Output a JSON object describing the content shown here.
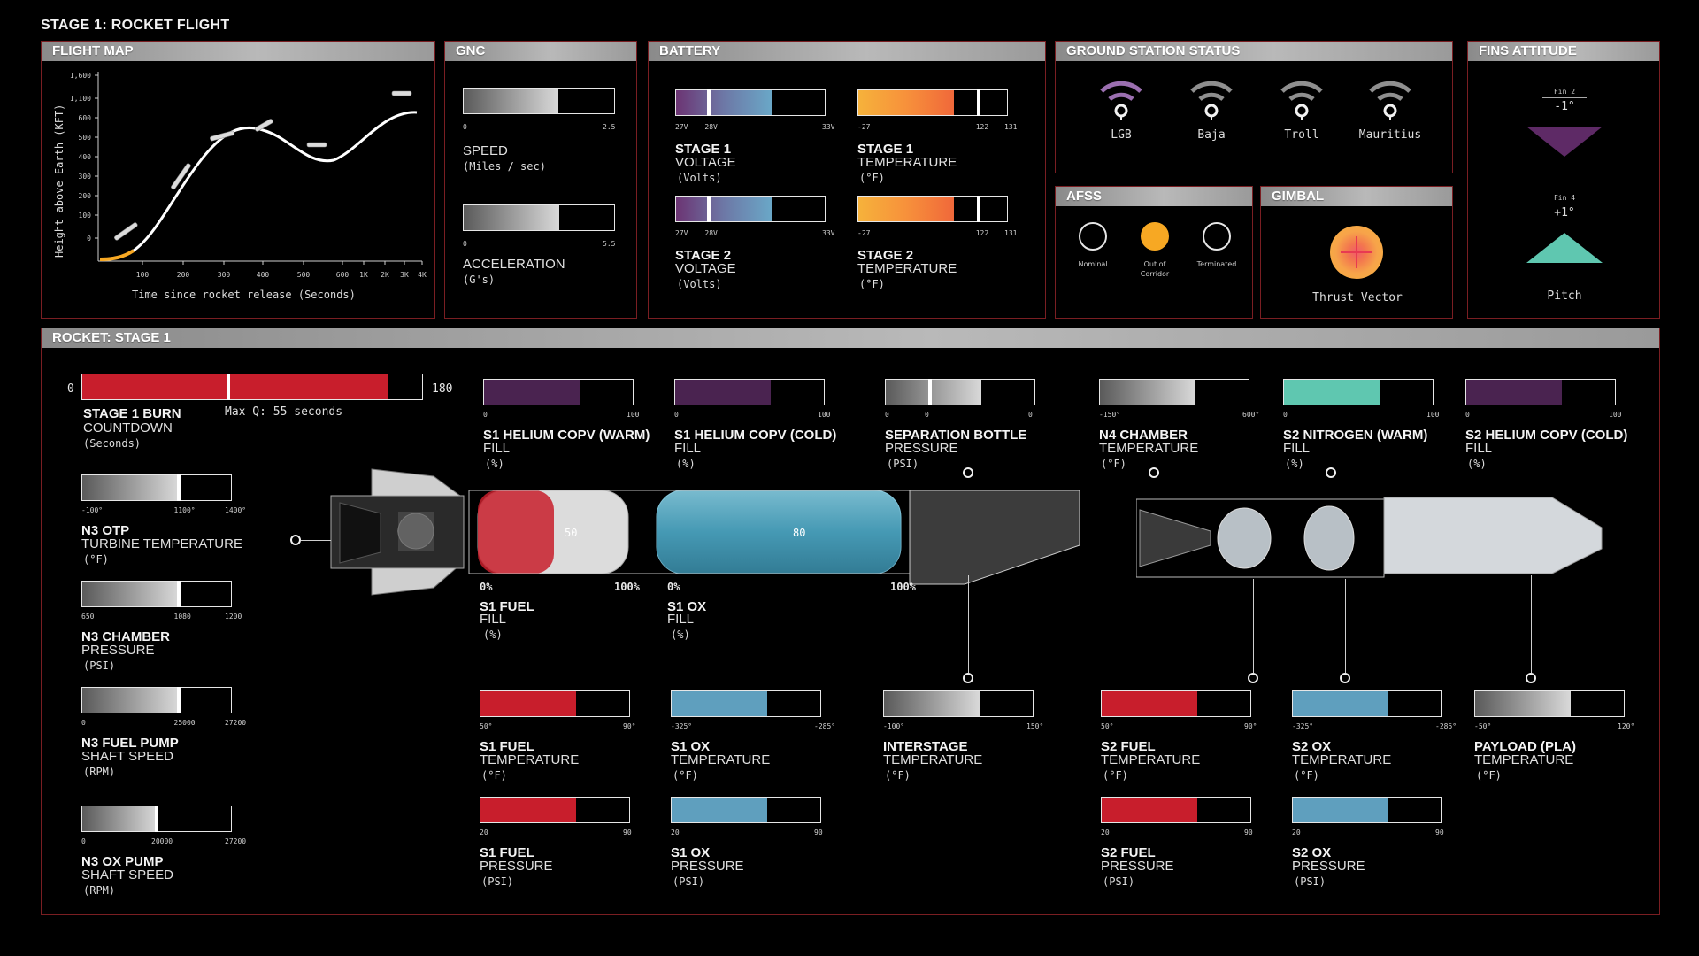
{
  "page_title": "STAGE 1: ROCKET FLIGHT",
  "colors": {
    "panel_border": "#7a1e22",
    "header_bg": "#a9a9a9",
    "fuel_red": "#c81e2c",
    "ox_blue": "#5f9fbe",
    "helium_purple": "#4a2350",
    "nitrogen_teal": "#5fc7b0",
    "afss_active": "#f7a823",
    "flight_path_active": "#f7a823"
  },
  "flight_map": {
    "header": "FLIGHT MAP",
    "ylabel": "Height above Earth (KFT)",
    "xlabel": "Time since rocket release (Seconds)",
    "y_ticks": [
      "1,600",
      "1,100",
      "600",
      "500",
      "400",
      "300",
      "200",
      "100",
      "0"
    ],
    "x_ticks": [
      "100",
      "200",
      "300",
      "400",
      "500",
      "600",
      "1K",
      "2K",
      "3K",
      "4K"
    ]
  },
  "gnc": {
    "header": "GNC",
    "speed": {
      "min": "0",
      "max": "2.5",
      "value": 1.58,
      "title": "SPEED",
      "unit": "(Miles / sec)"
    },
    "acceleration": {
      "min": "0",
      "max": "5.5",
      "value": 3.48,
      "title": "ACCELERATION",
      "unit": "(G's)"
    }
  },
  "battery": {
    "header": "BATTERY",
    "s1_voltage": {
      "min": "27V",
      "mid": "28V",
      "max": "33V",
      "fill": 0.64,
      "mark": 0.22,
      "title": "STAGE 1",
      "sub": "VOLTAGE",
      "unit": "(Volts)"
    },
    "s1_temp": {
      "min": "-27",
      "mid": "122",
      "max": "131",
      "fill": 0.64,
      "mark": 0.81,
      "title": "STAGE 1",
      "sub": "TEMPERATURE",
      "unit": "(°F)"
    },
    "s2_voltage": {
      "min": "27V",
      "mid": "28V",
      "max": "33V",
      "fill": 0.64,
      "mark": 0.22,
      "title": "STAGE 2",
      "sub": "VOLTAGE",
      "unit": "(Volts)"
    },
    "s2_temp": {
      "min": "-27",
      "mid": "122",
      "max": "131",
      "fill": 0.64,
      "mark": 0.81,
      "title": "STAGE 2",
      "sub": "TEMPERATURE",
      "unit": "(°F)"
    }
  },
  "ground_station": {
    "header": "GROUND STATION STATUS",
    "stations": [
      {
        "name": "LGB",
        "color": "#9b6fb0"
      },
      {
        "name": "Baja",
        "color": "#8f8f8f"
      },
      {
        "name": "Troll",
        "color": "#8f8f8f"
      },
      {
        "name": "Mauritius",
        "color": "#8f8f8f"
      }
    ]
  },
  "fins": {
    "header": "FINS ATTITUDE",
    "fin2_label": "Fin 2",
    "fin2_value": "-1°",
    "fin4_label": "Fin 4",
    "fin4_value": "+1°",
    "pitch_label": "Pitch",
    "fin2_color": "#5e2a66",
    "fin4_color": "#5fc7b0"
  },
  "afss": {
    "header": "AFSS",
    "states": [
      {
        "label": "Nominal",
        "active": false
      },
      {
        "label": "Out of Corridor",
        "active": true
      },
      {
        "label": "Terminated",
        "active": false
      }
    ]
  },
  "gimbal": {
    "header": "GIMBAL",
    "label": "Thrust Vector"
  },
  "rocket": {
    "header": "ROCKET:  STAGE 1",
    "countdown": {
      "min": "0",
      "max": "180",
      "value": 0.9,
      "mark": 0.43,
      "title": "STAGE 1 BURN",
      "sub": "COUNTDOWN",
      "unit": "(Seconds)",
      "note": "Max Q: 55 seconds"
    },
    "left_gauges": [
      {
        "key": "otp",
        "ticks": [
          "-100°",
          "1100°",
          "1400°"
        ],
        "fill": 0.65,
        "mark": 0.65,
        "title": "N3 OTP",
        "sub": "TURBINE TEMPERATURE",
        "unit": "(°F)"
      },
      {
        "key": "chamber",
        "ticks": [
          "650",
          "1080",
          "1200"
        ],
        "fill": 0.65,
        "mark": 0.65,
        "title": "N3 CHAMBER",
        "sub": "PRESSURE",
        "unit": "(PSI)"
      },
      {
        "key": "fuelpump",
        "ticks": [
          "0",
          "25000",
          "27200"
        ],
        "fill": 0.65,
        "mark": 0.65,
        "title": "N3 FUEL PUMP",
        "sub": "SHAFT SPEED",
        "unit": "(RPM)"
      },
      {
        "key": "oxpump",
        "ticks": [
          "0",
          "20000",
          "27200"
        ],
        "fill": 0.5,
        "mark": 0.5,
        "title": "N3 OX PUMP",
        "sub": "SHAFT SPEED",
        "unit": "(RPM)"
      }
    ],
    "top_gauges": [
      {
        "key": "s1he_warm",
        "ticks": [
          "0",
          "100"
        ],
        "fill": 0.64,
        "cls": "f-purple",
        "title": "S1 HELIUM COPV (WARM)",
        "sub": "FILL",
        "unit": "(%)"
      },
      {
        "key": "s1he_cold",
        "ticks": [
          "0",
          "100"
        ],
        "fill": 0.64,
        "cls": "f-purple",
        "title": "S1 HELIUM COPV (COLD)",
        "sub": "FILL",
        "unit": "(%)"
      },
      {
        "key": "sep",
        "ticks": [
          "0",
          "0",
          "0"
        ],
        "fill": 0.64,
        "mark": 0.3,
        "cls": "f-grey",
        "title": "SEPARATION BOTTLE",
        "sub": "PRESSURE",
        "unit": "(PSI)"
      },
      {
        "key": "n4",
        "ticks": [
          "-150°",
          "600°"
        ],
        "fill": 0.64,
        "cls": "f-grey",
        "title": "N4 CHAMBER",
        "sub": "TEMPERATURE",
        "unit": "(°F)"
      },
      {
        "key": "s2n2",
        "ticks": [
          "0",
          "100"
        ],
        "fill": 0.64,
        "cls": "f-teal",
        "title": "S2 NITROGEN (WARM)",
        "sub": "FILL",
        "unit": "(%)"
      },
      {
        "key": "s2he",
        "ticks": [
          "0",
          "100"
        ],
        "fill": 0.64,
        "cls": "f-purple",
        "title": "S2 HELIUM COPV (COLD)",
        "sub": "FILL",
        "unit": "(%)"
      }
    ],
    "tanks": {
      "fuel": {
        "value": "50",
        "min": "0%",
        "max": "100%",
        "title": "S1 FUEL",
        "sub": "FILL",
        "unit": "(%)"
      },
      "ox": {
        "value": "80",
        "min": "0%",
        "max": "100%",
        "title": "S1 OX",
        "sub": "FILL",
        "unit": "(%)"
      }
    },
    "bottom_gauges": [
      {
        "key": "s1ft",
        "ticks": [
          "50°",
          "90°"
        ],
        "fill": 0.64,
        "cls": "f-red",
        "title": "S1 FUEL",
        "sub": "TEMPERATURE",
        "unit": "(°F)"
      },
      {
        "key": "s1ot",
        "ticks": [
          "-325°",
          "-285°"
        ],
        "fill": 0.64,
        "cls": "f-blue",
        "title": "S1 OX",
        "sub": "TEMPERATURE",
        "unit": "(°F)"
      },
      {
        "key": "inter",
        "ticks": [
          "-100°",
          "150°"
        ],
        "fill": 0.64,
        "cls": "f-grey",
        "title": "INTERSTAGE",
        "sub": "TEMPERATURE",
        "unit": "(°F)"
      },
      {
        "key": "s2ft",
        "ticks": [
          "50°",
          "90°"
        ],
        "fill": 0.64,
        "cls": "f-red",
        "title": "S2 FUEL",
        "sub": "TEMPERATURE",
        "unit": "(°F)"
      },
      {
        "key": "s2ot",
        "ticks": [
          "-325°",
          "-285°"
        ],
        "fill": 0.64,
        "cls": "f-blue",
        "title": "S2 OX",
        "sub": "TEMPERATURE",
        "unit": "(°F)"
      },
      {
        "key": "pla",
        "ticks": [
          "-50°",
          "120°"
        ],
        "fill": 0.64,
        "cls": "f-grey",
        "title": "PAYLOAD (PLA)",
        "sub": "TEMPERATURE",
        "unit": "(°F)"
      },
      {
        "key": "s1fp",
        "ticks": [
          "20",
          "90"
        ],
        "fill": 0.64,
        "cls": "f-red",
        "title": "S1 FUEL",
        "sub": "PRESSURE",
        "unit": "(PSI)"
      },
      {
        "key": "s1op",
        "ticks": [
          "20",
          "90"
        ],
        "fill": 0.64,
        "cls": "f-blue",
        "title": "S1 OX",
        "sub": "PRESSURE",
        "unit": "(PSI)"
      },
      {
        "key": "s2fp",
        "ticks": [
          "20",
          "90"
        ],
        "fill": 0.64,
        "cls": "f-red",
        "title": "S2 FUEL",
        "sub": "PRESSURE",
        "unit": "(PSI)"
      },
      {
        "key": "s2op",
        "ticks": [
          "20",
          "90"
        ],
        "fill": 0.64,
        "cls": "f-blue",
        "title": "S2 OX",
        "sub": "PRESSURE",
        "unit": "(PSI)"
      }
    ]
  }
}
